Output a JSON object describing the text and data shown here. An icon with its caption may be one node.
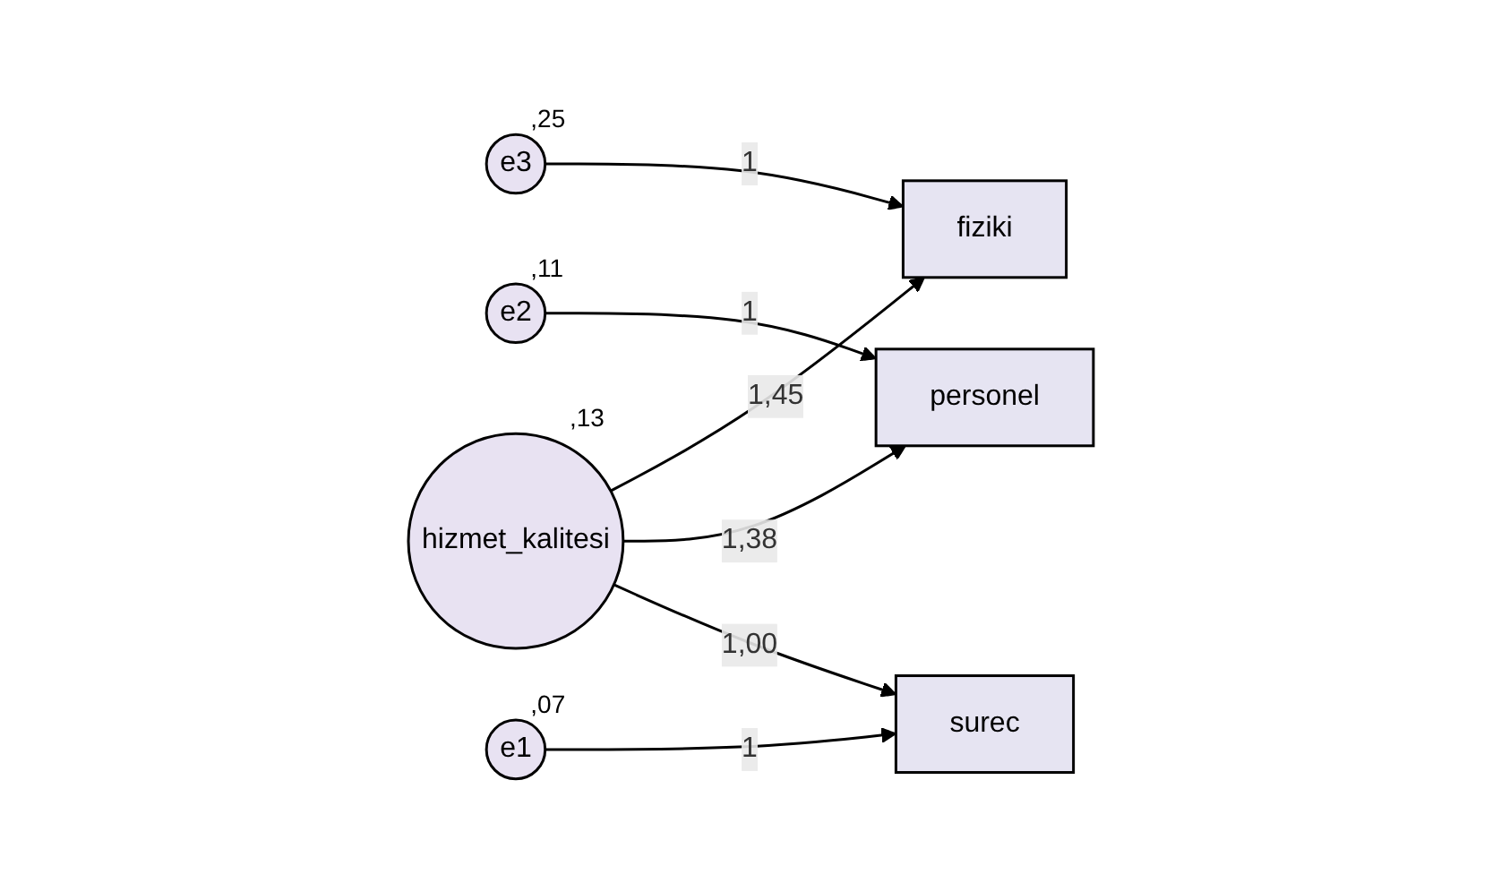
{
  "diagram": {
    "nodes": [
      {
        "text": [
          "e3"
        ],
        "beside": [
          ",25"
        ]
      },
      {
        "text": [
          "fiziki"
        ]
      },
      {
        "text": [
          "e2"
        ],
        "beside": [
          ",11"
        ]
      },
      {
        "text": [
          "personel"
        ]
      },
      {
        "text": [
          "e1"
        ],
        "beside": [
          ",07"
        ]
      },
      {
        "text": [
          "surec"
        ]
      },
      {
        "text": [
          "hizmet_kalitesi"
        ],
        "beside": [
          ",13"
        ]
      }
    ],
    "edges": [
      {
        "from": 0,
        "to": 1,
        "arrow": "to",
        "label": "1"
      },
      {
        "from": 2,
        "to": 3,
        "arrow": "to",
        "label": "1"
      },
      {
        "from": 4,
        "to": 5,
        "arrow": "to",
        "label": "1"
      },
      {
        "from": 6,
        "to": 1,
        "arrow": "to",
        "label": "1,45"
      },
      {
        "from": 6,
        "to": 3,
        "arrow": "to",
        "label": "1,38"
      },
      {
        "from": 6,
        "to": 5,
        "arrow": "to",
        "label": "1,00"
      }
    ]
  }
}
